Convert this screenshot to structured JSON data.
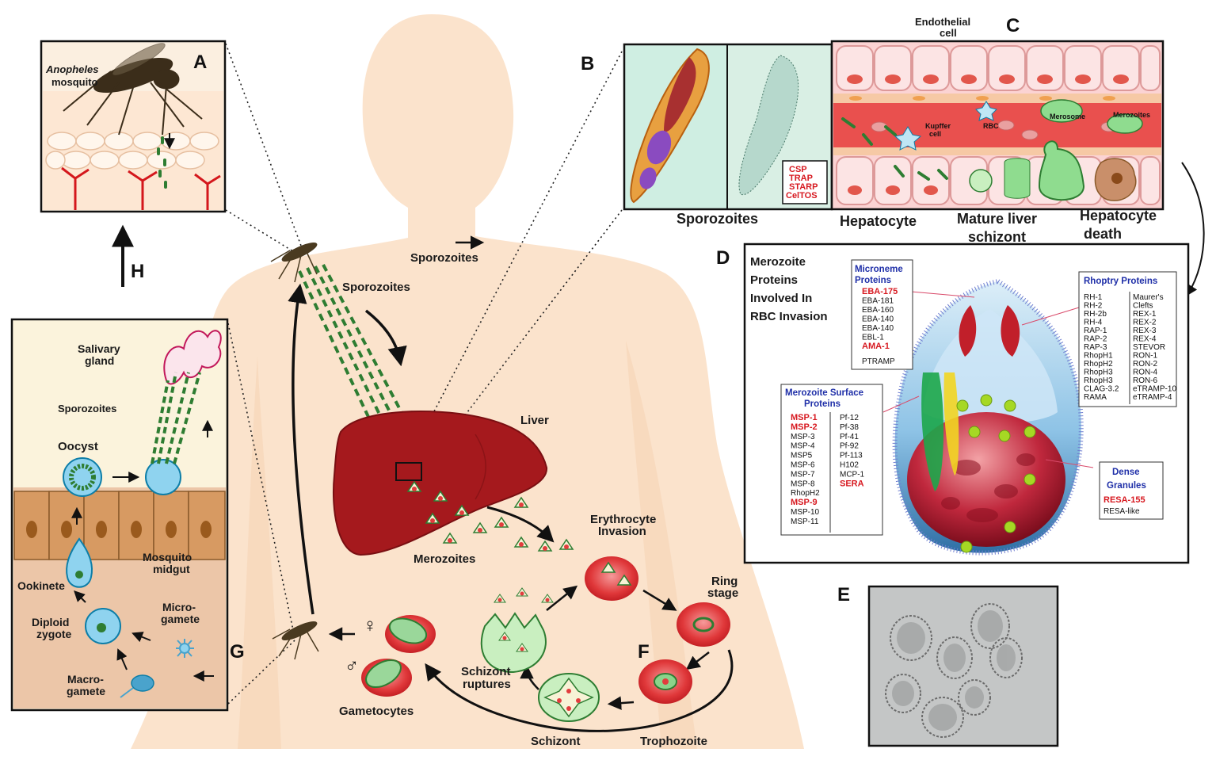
{
  "panel_letters": {
    "a": "A",
    "b": "B",
    "c": "C",
    "d": "D",
    "e": "E",
    "f": "F",
    "g": "G",
    "h": "H"
  },
  "panel_a": {
    "mosquito_genus": "Anopheles",
    "mosquito_word": "mosquito"
  },
  "panel_b": {
    "caption": "Sporozoites",
    "antigens": [
      "CSP",
      "TRAP",
      "STARP",
      "CelTOS"
    ]
  },
  "panel_c": {
    "endothelial_1": "Endothelial",
    "endothelial_2": "cell",
    "kupffer_1": "Kupffer",
    "kupffer_2": "cell",
    "rbc": "RBC",
    "merosome": "Merosome",
    "merozoites": "Merozoites",
    "hepatocyte": "Hepatocyte",
    "schizont_1": "Mature liver",
    "schizont_2": "schizont",
    "death_1": "Hepatocyte",
    "death_2": "death"
  },
  "panel_d": {
    "title": [
      "Merozoite",
      "Proteins",
      "Involved In",
      "RBC Invasion"
    ],
    "microneme_title": [
      "Microneme",
      "Proteins"
    ],
    "microneme": [
      {
        "t": "EBA-175",
        "red": true
      },
      {
        "t": "EBA-181",
        "red": false
      },
      {
        "t": "EBA-160",
        "red": false
      },
      {
        "t": "EBA-140",
        "red": false
      },
      {
        "t": "EBA-140",
        "red": false
      },
      {
        "t": "EBL-1",
        "red": false
      },
      {
        "t": "AMA-1",
        "red": true
      },
      {
        "t": "PTRAMP",
        "red": false
      }
    ],
    "rhoptry_title": "Rhoptry Proteins",
    "rhoptry_col1": [
      "RH-1",
      "RH-2",
      "RH-2b",
      "RH-4",
      "RAP-1",
      "RAP-2",
      "RAP-3",
      "RhopH1",
      "RhopH2",
      "RhopH3",
      "RhopH3",
      "CLAG-3.2",
      "RAMA"
    ],
    "rhoptry_col2": [
      "Maurer's",
      "Clefts",
      "REX-1",
      "REX-2",
      "REX-3",
      "REX-4",
      "STEVOR",
      "RON-1",
      "RON-2",
      "RON-4",
      "RON-6",
      "eTRAMP-10",
      "eTRAMP-4"
    ],
    "surface_title": [
      "Merozoite Surface",
      "Proteins"
    ],
    "surface_col1": [
      {
        "t": "MSP-1",
        "red": true
      },
      {
        "t": "MSP-2",
        "red": true
      },
      {
        "t": "MSP-3",
        "red": false
      },
      {
        "t": "MSP-4",
        "red": false
      },
      {
        "t": "MSP5",
        "red": false
      },
      {
        "t": "MSP-6",
        "red": false
      },
      {
        "t": "MSP-7",
        "red": false
      },
      {
        "t": "MSP-8",
        "red": false
      },
      {
        "t": "RhopH2",
        "red": false
      },
      {
        "t": "MSP-9",
        "red": true
      },
      {
        "t": "MSP-10",
        "red": false
      },
      {
        "t": "MSP-11",
        "red": false
      }
    ],
    "surface_col2": [
      {
        "t": "Pf-12",
        "red": false
      },
      {
        "t": "Pf-38",
        "red": false
      },
      {
        "t": "Pf-41",
        "red": false
      },
      {
        "t": "Pf-92",
        "red": false
      },
      {
        "t": "Pf-113",
        "red": false
      },
      {
        "t": "H102",
        "red": false
      },
      {
        "t": "MCP-1",
        "red": false
      },
      {
        "t": "SERA",
        "red": true
      }
    ],
    "dense_title": [
      "Dense",
      "Granules"
    ],
    "dense": [
      {
        "t": "RESA-155",
        "red": true
      },
      {
        "t": "RESA-like",
        "red": false
      }
    ]
  },
  "body_labels": {
    "sporozoites_arrow": "Sporozoites",
    "sporozoites_body": "Sporozoites",
    "liver": "Liver",
    "merozoites": "Merozoites",
    "erythrocyte_1": "Erythrocyte",
    "erythrocyte_2": "Invasion",
    "ring_1": "Ring",
    "ring_2": "stage",
    "schizont_ruptures_1": "Schizont",
    "schizont_ruptures_2": "ruptures",
    "schizont": "Schizont",
    "trophozoite": "Trophozoite",
    "gametocytes": "Gametocytes",
    "female": "♀",
    "male": "♂"
  },
  "panel_g": {
    "salivary_1": "Salivary",
    "salivary_2": "gland",
    "sporozoites": "Sporozoites",
    "oocyst": "Oocyst",
    "midgut_1": "Mosquito",
    "midgut_2": "midgut",
    "ookinete": "Ookinete",
    "zygote_1": "Diploid",
    "zygote_2": "zygote",
    "micro_1": "Micro-",
    "micro_2": "gamete",
    "macro_1": "Macro-",
    "macro_2": "gamete"
  },
  "colors": {
    "skin": "#fbe3cc",
    "liver": "#b01e23",
    "rbc": "#e23d3d",
    "parasite_green": "#2e8b2e",
    "protein_blue": "#1f2fa8",
    "protein_red": "#d71920"
  }
}
